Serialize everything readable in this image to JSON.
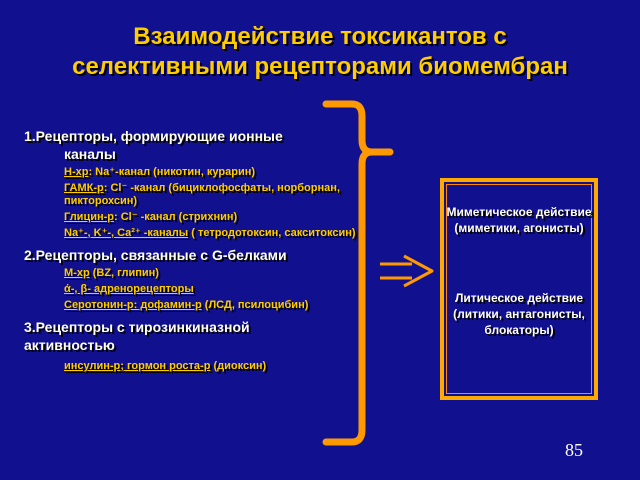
{
  "slide": {
    "title_line1": "Взаимодействие токсикантов с",
    "title_line2": "селективными рецепторами биомембран",
    "sections": [
      {
        "head1": "1.Рецепторы, формирующие ионные",
        "head2": "каналы",
        "items": [
          {
            "link": "Н-хр",
            "rest": ": Na⁺-канал (никотин, курарин)"
          },
          {
            "link": "ГАМК-р",
            "rest": ": Cl⁻ -канал (бициклофосфаты, норборнан, пикторохсин)"
          },
          {
            "link": "Глицин-р",
            "rest": ": Cl⁻ -канал (стрихнин)"
          },
          {
            "link": "Na⁺-, K⁺-, Ca²⁺ -каналы",
            "rest": " ( тетродотоксин, сакситоксин)"
          }
        ]
      },
      {
        "head1": "2.Рецепторы, связанные с G-белками",
        "items": [
          {
            "link": "М-хр",
            "rest": " (BZ, глипин)"
          },
          {
            "link": "ά-, β- адренорецепторы",
            "rest": ""
          },
          {
            "link": "Серотонин-р: дофамин-р",
            "rest": " (ЛСД, псилоцибин)"
          }
        ]
      },
      {
        "head1": "3.Рецепторы с тирозинкиназной",
        "head2": "активностью",
        "items": [
          {
            "link": "инсулин-р; гормон роста-р",
            "rest": " (диоксин)"
          }
        ]
      }
    ],
    "effects": {
      "mimetic_line1": "Миметическое действие",
      "mimetic_line2": "(миметики, агонисты)",
      "lytic_line1": "Литическое действие",
      "lytic_line2": "(литики, антагонисты,",
      "lytic_line3": "блокаторы)"
    },
    "page_number": "85",
    "colors": {
      "background": "#11118f",
      "title": "#ffcc00",
      "heading": "#ffffff",
      "item": "#ffcc00",
      "bracket": "#ff9900",
      "box_border": "#ffaa00"
    }
  }
}
